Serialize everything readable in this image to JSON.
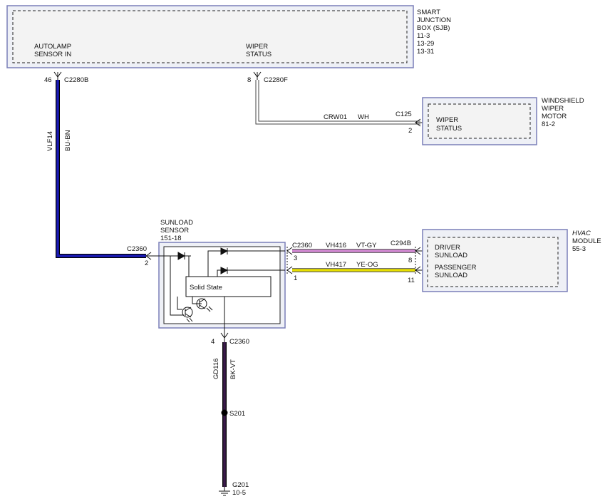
{
  "sjb": {
    "title_lines": [
      "SMART",
      "JUNCTION",
      "BOX (SJB)",
      "11-3",
      "13-29",
      "13-31"
    ],
    "autolamp_lines": [
      "AUTOLAMP",
      "SENSOR IN"
    ],
    "wiper_lines": [
      "WIPER",
      "STATUS"
    ],
    "pin_autolamp": "46",
    "connector_autolamp": "C2280B",
    "pin_wiper": "8",
    "connector_wiper": "C2280F"
  },
  "wiper_motor": {
    "title_lines": [
      "WINDSHIELD",
      "WIPER",
      "MOTOR",
      "81-2"
    ],
    "status_lines": [
      "WIPER",
      "STATUS"
    ],
    "connector": "C125",
    "pin": "2"
  },
  "circuits": {
    "crw01": {
      "circuit": "CRW01",
      "color": "WH",
      "hex": "#ffffff"
    },
    "vlf14": {
      "circuit": "VLF14",
      "color": "BU-BN",
      "hex": "#1a1ab8"
    },
    "vh416": {
      "circuit": "VH416",
      "color": "VT-GY",
      "hex": "#d48ad4"
    },
    "vh417": {
      "circuit": "VH417",
      "color": "YE-OG",
      "hex": "#e8e000"
    },
    "gd116": {
      "circuit": "GD116",
      "color": "BK-VT",
      "hex": "#3a1a4a"
    }
  },
  "sunload_sensor": {
    "title_lines": [
      "SUNLOAD",
      "SENSOR",
      "151-18"
    ],
    "connector_left": "C2360",
    "pin_left": "2",
    "connector_right": "C2360",
    "pin_right_top": "3",
    "pin_right_bottom": "1",
    "connector_bottom": "C2360",
    "pin_bottom": "4",
    "solid_state_label": "Solid State"
  },
  "hvac": {
    "title_lines": [
      "HVAC",
      "MODULE",
      "55-3"
    ],
    "driver_lines": [
      "DRIVER",
      "SUNLOAD"
    ],
    "passenger_lines": [
      "PASSENGER",
      "SUNLOAD"
    ],
    "connector": "C294B",
    "pin_driver": "8",
    "pin_passenger": "11"
  },
  "splice": {
    "label": "S201"
  },
  "ground": {
    "label": "G201",
    "ref": "10-5"
  }
}
